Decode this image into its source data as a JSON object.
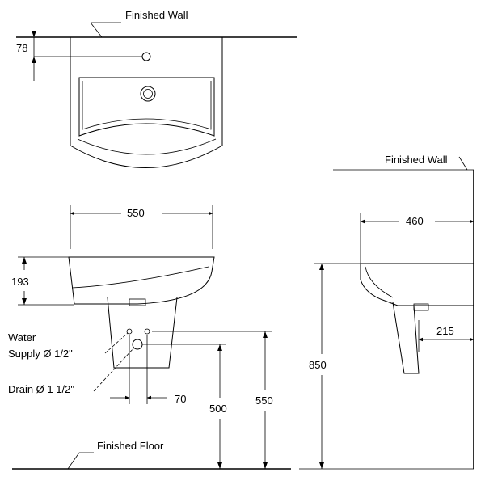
{
  "labels": {
    "finished_wall_top": "Finished Wall",
    "dim_78": "78",
    "dim_550_width": "550",
    "dim_193": "193",
    "water_line1": "Water",
    "water_line2": "Supply Ø 1/2\"",
    "drain": "Drain Ø 1 1/2\"",
    "dim_70": "70",
    "dim_500": "500",
    "dim_550_height": "550",
    "finished_floor": "Finished Floor",
    "finished_wall_side": "Finished Wall",
    "dim_460": "460",
    "dim_215": "215",
    "dim_850": "850"
  }
}
